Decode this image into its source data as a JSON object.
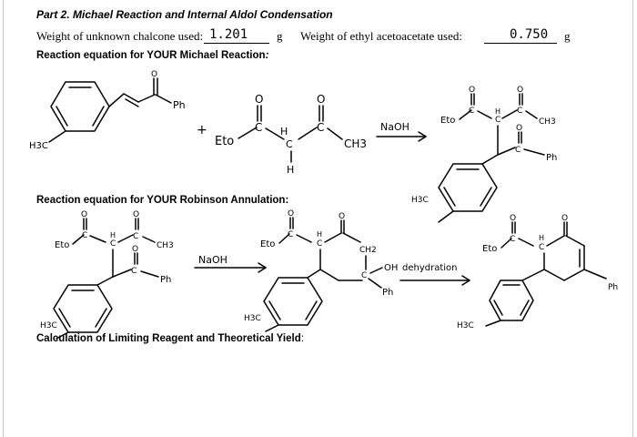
{
  "part_title": "Part 2. Michael Reaction and Internal Aldol Condensation",
  "chalcone_label": "Weight of unknown chalcone used:",
  "chalcone_value": "1.201",
  "chalcone_unit": "g",
  "acetoacetate_label": "Weight of ethyl acetoacetate used:",
  "acetoacetate_value": "0.750",
  "acetoacetate_unit": "g",
  "michael_heading": "Reaction equation for YOUR Michael Reaction",
  "michael_colon": ":",
  "robinson_heading": "Reaction equation for YOUR Robinson Annulation:",
  "calc_heading": "Calculation of Limiting Reagent and Theoretical Yield",
  "calc_colon": ":",
  "drawing": {
    "ph": "Ph",
    "plus": "+",
    "eto": "Eto",
    "h3c": "H3C",
    "c": "C",
    "h": "H",
    "o": "O",
    "ch3": "CH3",
    "ch2": "CH2",
    "oh": "OH",
    "naoh": "NaOH",
    "dehydration": "dehydration",
    "ph_lower": "Ph"
  },
  "colors": {
    "text": "#000000",
    "border": "#c9c9c9",
    "background": "#ffffff"
  }
}
